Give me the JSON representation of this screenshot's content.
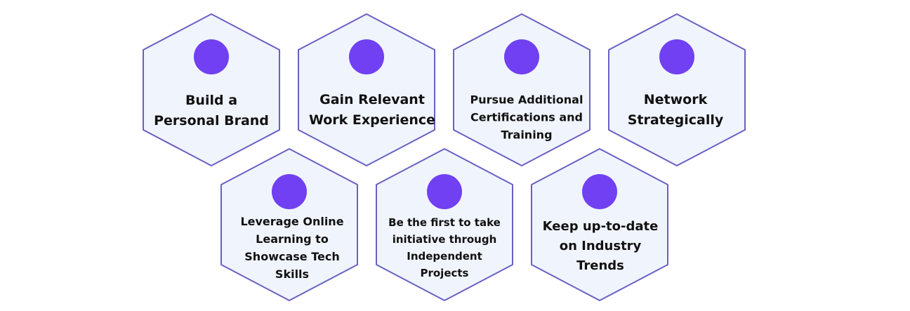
{
  "colors": {
    "fill": "#f0f4fd",
    "stroke": "#6a60c4",
    "dot": "#7040f2",
    "text": "#111111"
  },
  "items": [
    {
      "label": "Build a\nPersonal Brand",
      "icon": "dot-icon"
    },
    {
      "label": "Gain Relevant\nWork Experience",
      "icon": "dot-icon"
    },
    {
      "label": "Pursue Additional\nCertifications and\nTraining",
      "icon": "dot-icon"
    },
    {
      "label": "Network\nStrategically",
      "icon": "dot-icon"
    },
    {
      "label": "Leverage Online\nLearning to\nShowcase Tech\nSkills",
      "icon": "dot-icon"
    },
    {
      "label": "Be the first to take\ninitiative through\nIndependent\nProjects",
      "icon": "dot-icon"
    },
    {
      "label": "Keep up-to-date\non Industry\nTrends",
      "icon": "dot-icon"
    }
  ]
}
